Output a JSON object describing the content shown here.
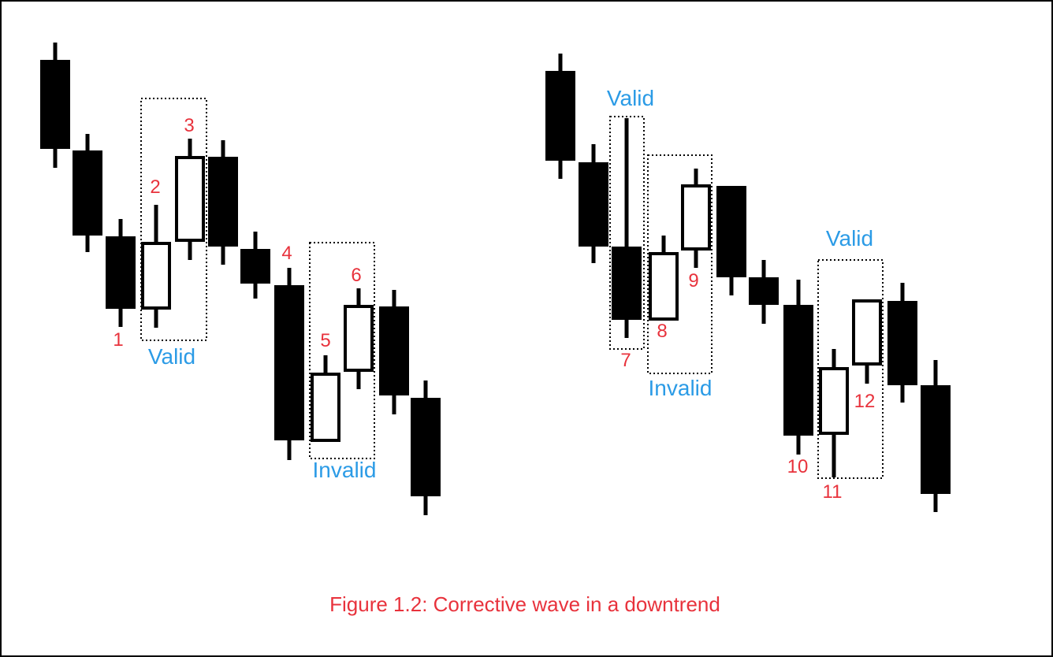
{
  "colors": {
    "bearish_candle": "#000000",
    "bullish_candle": "#ffffff",
    "number_label": "#e8323c",
    "validity_label": "#2b9be6",
    "caption": "#e8323c",
    "frame": "#000000"
  },
  "caption": "Figure 1.2: Corrective wave in a downtrend",
  "panels": [
    {
      "candles": [
        {
          "type": "bearish"
        },
        {
          "type": "bearish"
        },
        {
          "type": "bearish",
          "label": "1"
        },
        {
          "type": "bullish",
          "label": "2"
        },
        {
          "type": "bullish",
          "label": "3"
        },
        {
          "type": "bearish"
        },
        {
          "type": "bearish"
        },
        {
          "type": "bearish",
          "label": "4"
        },
        {
          "type": "bullish",
          "label": "5"
        },
        {
          "type": "bullish",
          "label": "6"
        },
        {
          "type": "bearish"
        },
        {
          "type": "bearish"
        }
      ],
      "boxes": [
        {
          "label": "Valid"
        },
        {
          "label": "Invalid"
        }
      ]
    },
    {
      "candles": [
        {
          "type": "bearish"
        },
        {
          "type": "bearish"
        },
        {
          "type": "bearish",
          "label": "7"
        },
        {
          "type": "bullish",
          "label": "8"
        },
        {
          "type": "bullish",
          "label": "9"
        },
        {
          "type": "bearish"
        },
        {
          "type": "bearish"
        },
        {
          "type": "bearish",
          "label": "10"
        },
        {
          "type": "bullish",
          "label": "11"
        },
        {
          "type": "bullish",
          "label": "12"
        },
        {
          "type": "bearish"
        },
        {
          "type": "bearish"
        }
      ],
      "boxes": [
        {
          "label": "Valid"
        },
        {
          "label": "Invalid"
        },
        {
          "label": "Valid"
        }
      ]
    }
  ]
}
